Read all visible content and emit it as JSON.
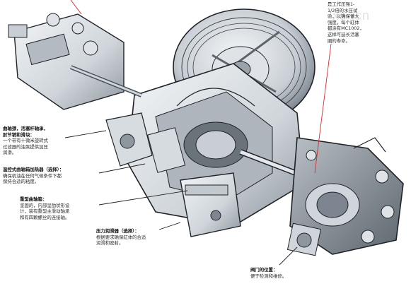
{
  "watermark": "xs  .cn",
  "callouts": {
    "test_pressure": {
      "body_lines": [
        "是工作压强1-",
        "1/2倍的水压试",
        "验，以确保蕾大",
        "强度。每个缸体",
        "都涂有MC1002，",
        "这样可延长活塞",
        "圈的寿命。"
      ]
    },
    "crankshaft": {
      "head_lines": [
        "曲轴颈，活塞杆轴承，",
        "肘节销和滑块："
      ],
      "body_lines": [
        "一个带有十微米旋转式",
        "过滤器的油泵提供加压",
        "润滑。"
      ]
    },
    "heater": {
      "head_lines": [
        "温控式曲轴箱加热器（选择）："
      ],
      "body_lines": [
        "确保机油在任何气候条件下都",
        "保持合适的粘度。"
      ]
    },
    "housing": {
      "head_lines": [
        "重型曲轴箱："
      ],
      "body_lines": [
        "坚固的，内部呈肋状形设",
        "计，装有重型主滑动轴承",
        "和有四颗螺丝的连接轴。"
      ]
    },
    "lubricator": {
      "head_lines": [
        "压力润滑器（选择）："
      ],
      "body_lines": [
        "根据要求确保缸体的合适",
        "润滑和密封。"
      ]
    },
    "valve": {
      "head_lines": [
        "阀门的位置："
      ],
      "body_lines": [
        "便于检测和维修。"
      ]
    }
  },
  "colors": {
    "metal_light": "#e9edf0",
    "metal_mid": "#c5ccd2",
    "metal_dark": "#7d8690",
    "outline": "#1f2328",
    "leader": "#d42a2a"
  },
  "icons": [
    "compressor-illustration"
  ]
}
